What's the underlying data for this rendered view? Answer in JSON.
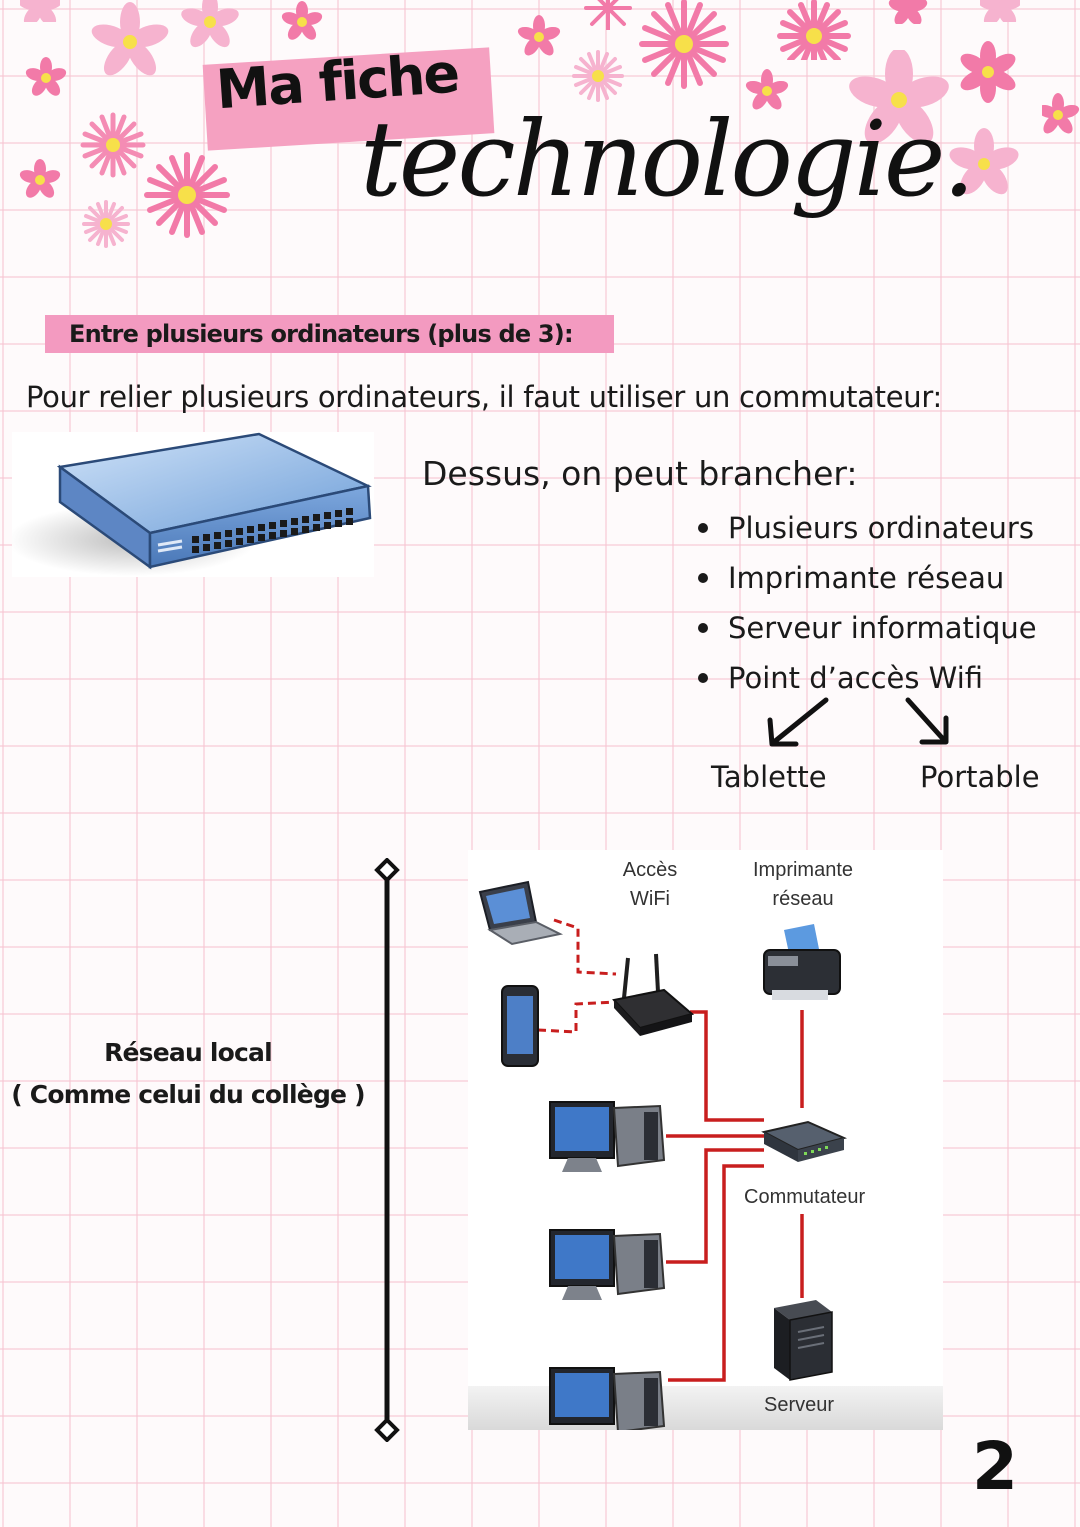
{
  "header": {
    "title_line1": "Ma fiche",
    "title_line2": "technologie."
  },
  "section": {
    "heading": "Entre plusieurs ordinateurs (plus de 3):",
    "intro": "Pour relier plusieurs ordinateurs, il faut utiliser un commutateur:",
    "connect_title": "Dessus, on peut brancher:",
    "connect_items": [
      "Plusieurs ordinateurs",
      "Imprimante réseau",
      "Serveur informatique",
      "Point d’accès Wifi"
    ],
    "wifi_devices": [
      "Tablette",
      "Portable"
    ]
  },
  "network": {
    "label_title": "Réseau local",
    "label_sub": "( Comme celui du collège )",
    "diagram": {
      "wifi_label_1": "Accès",
      "wifi_label_2": "WiFi",
      "printer_label_1": "Imprimante",
      "printer_label_2": "réseau",
      "switch_label": "Commutateur",
      "server_label": "Serveur"
    }
  },
  "page_number": "2",
  "colors": {
    "accent_pink": "#f39ac0",
    "title_band": "#f5a1c1",
    "grid_pink": "#f6c4d2",
    "cable_red": "#c81e1e"
  }
}
